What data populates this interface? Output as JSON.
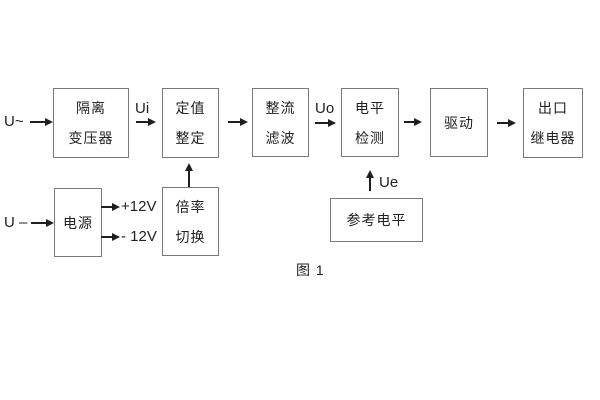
{
  "figure": {
    "caption": "图 1",
    "inputs": {
      "ac_label": "U~",
      "dc_label": "U –"
    },
    "signal_labels": {
      "ui": "Ui",
      "uo": "Uo",
      "ue": "Ue"
    },
    "power_rails": {
      "positive": "+12V",
      "negative": "- 12V"
    },
    "blocks": {
      "isolation_transformer": {
        "line1": "隔离",
        "line2": "变压器"
      },
      "setting_adjustment": {
        "line1": "定值",
        "line2": "整定"
      },
      "rectifier_filter": {
        "line1": "整流",
        "line2": "滤波"
      },
      "level_detection": {
        "line1": "电平",
        "line2": "检测"
      },
      "driver": {
        "line1": "驱动"
      },
      "output_relay": {
        "line1": "出口",
        "line2": "继电器"
      },
      "power_supply": {
        "line1": "电源"
      },
      "ratio_switch": {
        "line1": "倍率",
        "line2": "切换"
      },
      "reference_level": {
        "line1": "参考电平"
      }
    },
    "colors": {
      "background": "#ffffff",
      "box_border": "#7a7a7a",
      "line": "#1f1f1f",
      "text": "#212121"
    }
  }
}
